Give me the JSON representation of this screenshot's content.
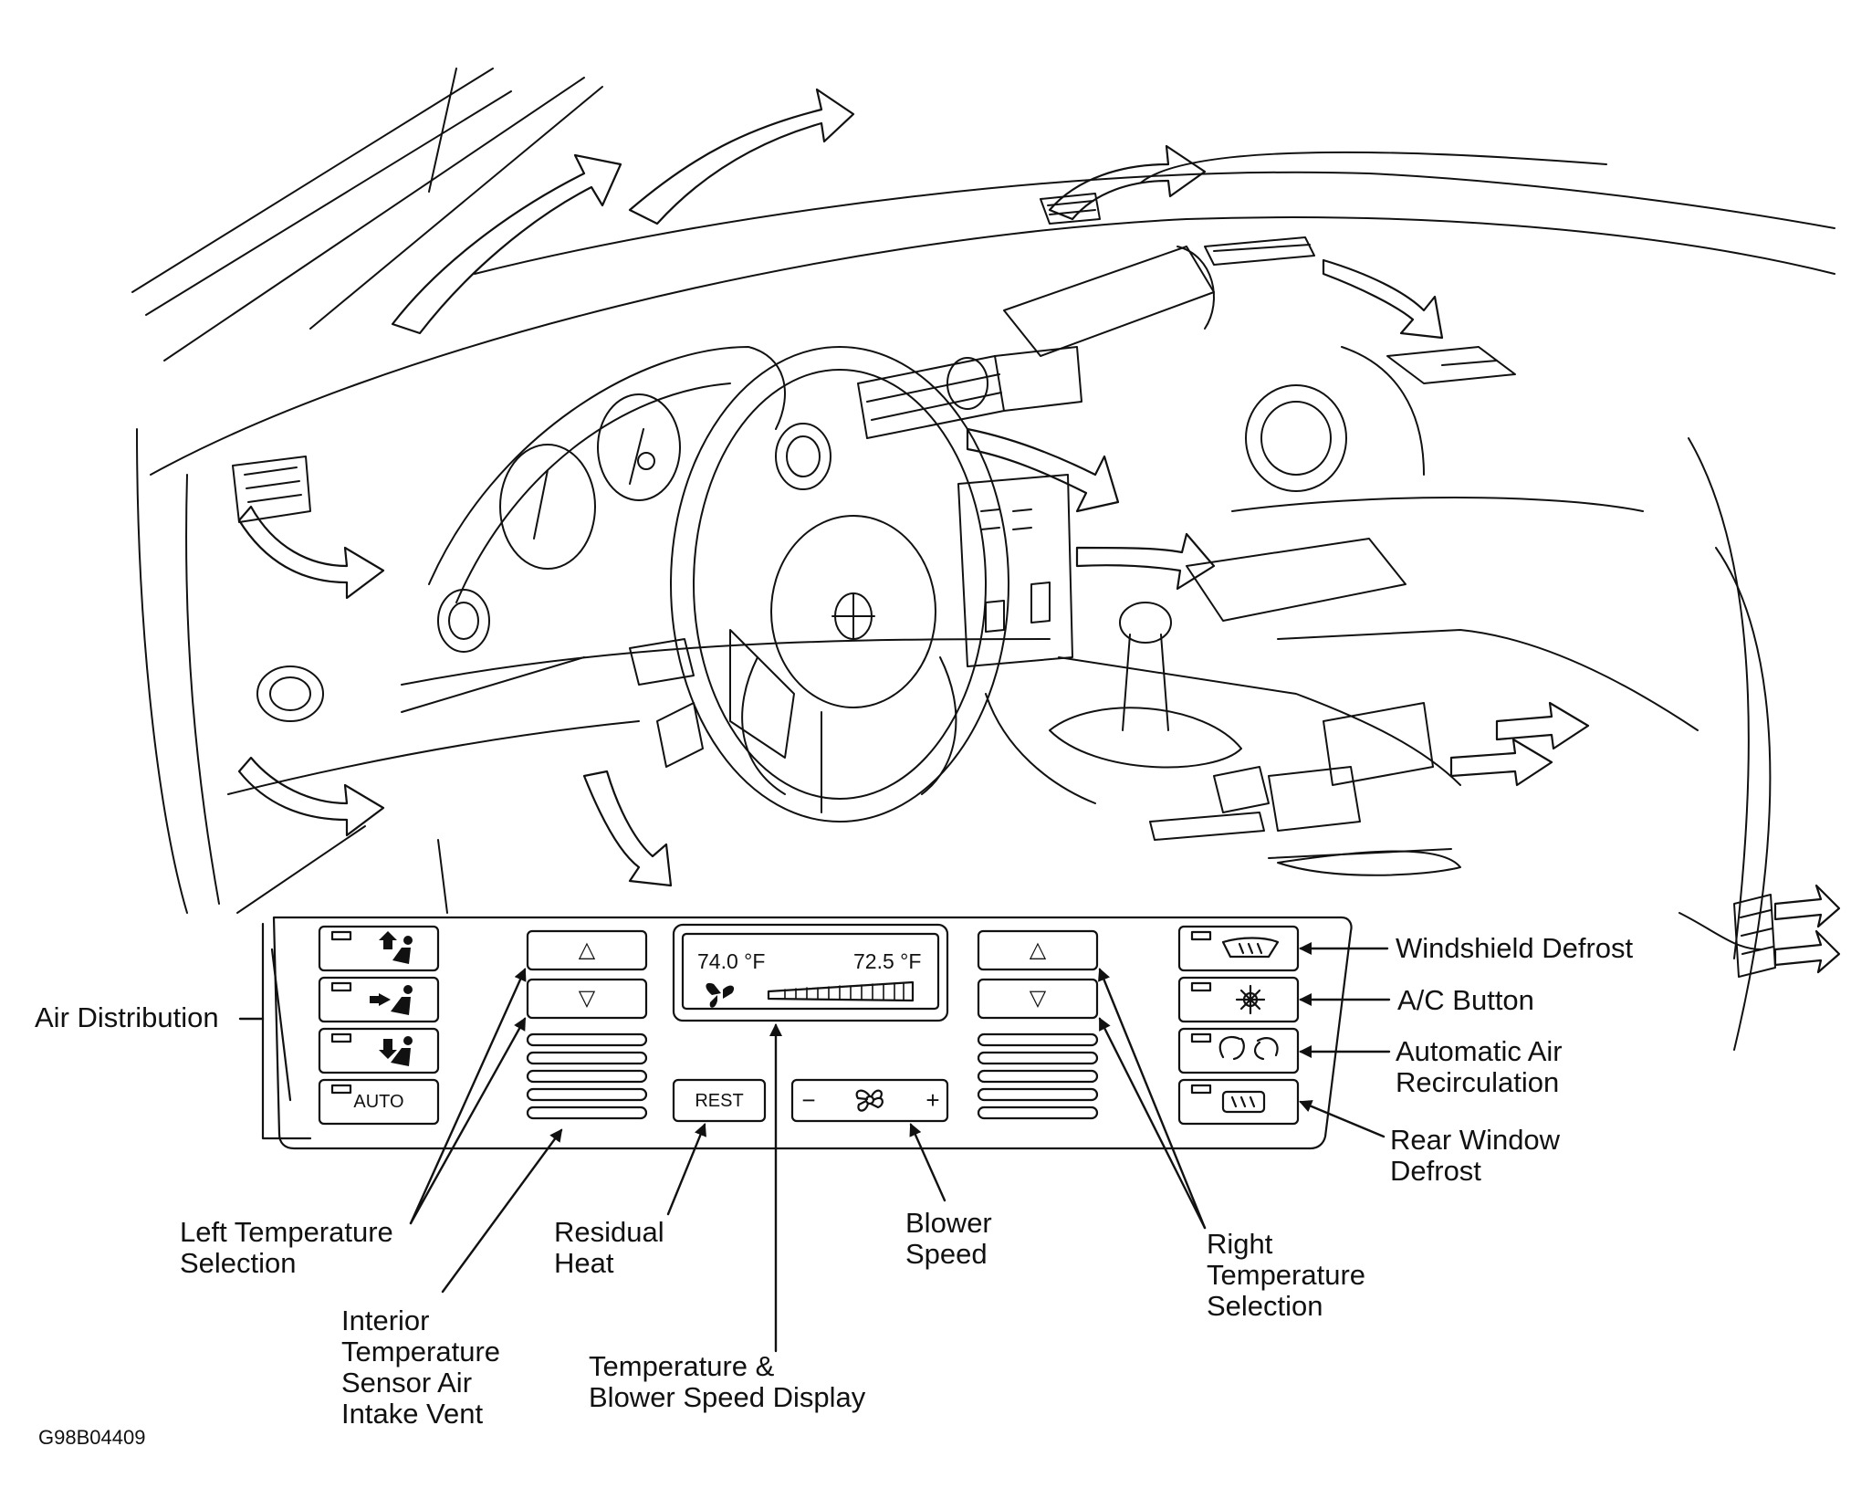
{
  "figure_code": "G98B04409",
  "panel": {
    "left_temp": "74.0 °F",
    "right_temp": "72.5 °F",
    "auto_label": "AUTO",
    "rest_label": "REST",
    "minus_label": "−",
    "plus_label": "+",
    "up_arrow": "△",
    "down_arrow": "▽"
  },
  "labels": {
    "air_distribution": "Air Distribution",
    "left_temp_selection": [
      "Left Temperature",
      "Selection"
    ],
    "interior_sensor": [
      "Interior",
      "Temperature",
      "Sensor Air",
      "Intake Vent"
    ],
    "residual_heat": [
      "Residual",
      "Heat"
    ],
    "temp_blower_display": [
      "Temperature &",
      "Blower Speed Display"
    ],
    "blower_speed": [
      "Blower",
      "Speed"
    ],
    "right_temp_selection": [
      "Right",
      "Temperature",
      "Selection"
    ],
    "windshield_defrost": "Windshield Defrost",
    "ac_button": "A/C Button",
    "auto_recirc": [
      "Automatic Air",
      "Recirculation"
    ],
    "rear_window_defrost": [
      "Rear Window",
      "Defrost"
    ]
  },
  "icons": [
    "fan-icon",
    "snowflake-icon",
    "windshield-defrost-icon",
    "rear-defrost-icon",
    "recirculation-icon",
    "air-up-icon",
    "air-center-icon",
    "air-down-icon"
  ]
}
